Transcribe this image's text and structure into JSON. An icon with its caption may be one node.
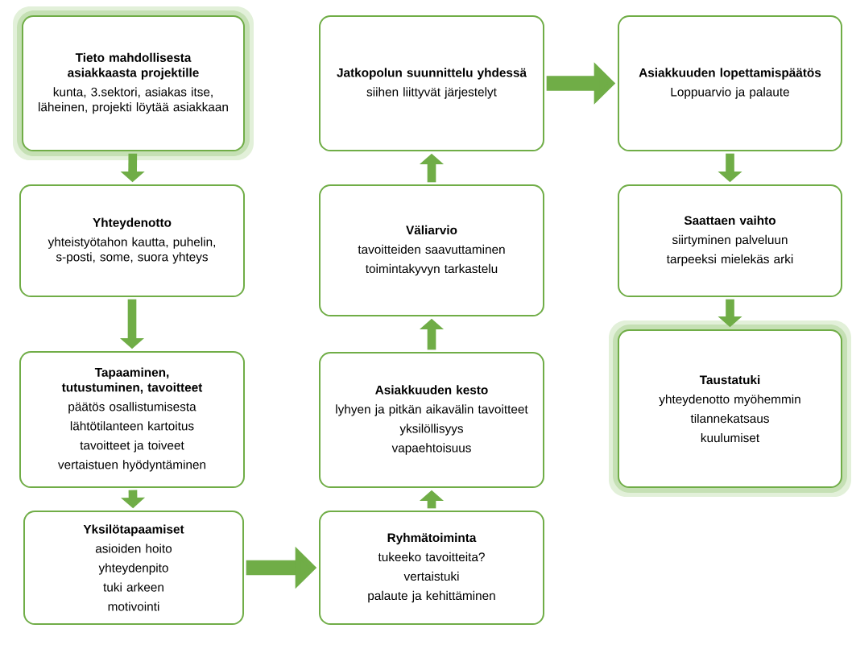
{
  "diagram": {
    "nodes": [
      {
        "text": [
          "Tieto mahdollisesta asiakkaasta projektille",
          "kunta, 3.sektori, asiakas itse, läheinen, projekti löytää asiakkaan"
        ]
      },
      {
        "text": [
          "Yhteydenotto",
          "yhteistyötahon kautta, puhelin, s-posti, some, suora yhteys"
        ]
      },
      {
        "text": [
          "Tapaaminen, tutustuminen, tavoitteet",
          "päätös osallistumisesta",
          "lähtötilanteen kartoitus",
          "tavoitteet ja toiveet",
          "vertaistuen hyödyntäminen"
        ]
      },
      {
        "text": [
          "Yksilötapaamiset",
          "asioiden hoito",
          "yhteydenpito",
          "tuki arkeen",
          "motivointi"
        ]
      },
      {
        "text": [
          "Ryhmätoiminta",
          "tukeeko tavoitteita?",
          "vertaistuki",
          "palaute ja kehittäminen"
        ]
      },
      {
        "text": [
          "Asiakkuuden kesto",
          "lyhyen ja pitkän aikavälin tavoitteet",
          "yksilöllisyys",
          "vapaehtoisuus"
        ]
      },
      {
        "text": [
          "Väliarvio",
          "tavoitteiden saavuttaminen",
          "toimintakyvyn tarkastelu"
        ]
      },
      {
        "text": [
          "Jatkopolun suunnittelu yhdessä",
          "siihen liittyvät järjestelyt"
        ]
      },
      {
        "text": [
          "Asiakkuuden lopettamispäätös",
          "Loppuarvio ja palaute"
        ]
      },
      {
        "text": [
          "Saattaen vaihto",
          "siirtyminen palveluun",
          "tarpeeksi mielekäs arki"
        ]
      },
      {
        "text": [
          "Taustatuki",
          "yhteydenotto myöhemmin",
          "tilannekatsaus",
          "kuulumiset"
        ]
      }
    ],
    "edges": [
      {
        "from": 0,
        "to": 1,
        "arrow": "to"
      },
      {
        "from": 1,
        "to": 2,
        "arrow": "to"
      },
      {
        "from": 2,
        "to": 3,
        "arrow": "to"
      },
      {
        "from": 3,
        "to": 4,
        "arrow": "to"
      },
      {
        "from": 4,
        "to": 5,
        "arrow": "to"
      },
      {
        "from": 5,
        "to": 6,
        "arrow": "to"
      },
      {
        "from": 6,
        "to": 7,
        "arrow": "to"
      },
      {
        "from": 7,
        "to": 8,
        "arrow": "to"
      },
      {
        "from": 8,
        "to": 9,
        "arrow": "to"
      },
      {
        "from": 9,
        "to": 10,
        "arrow": "to"
      }
    ]
  }
}
